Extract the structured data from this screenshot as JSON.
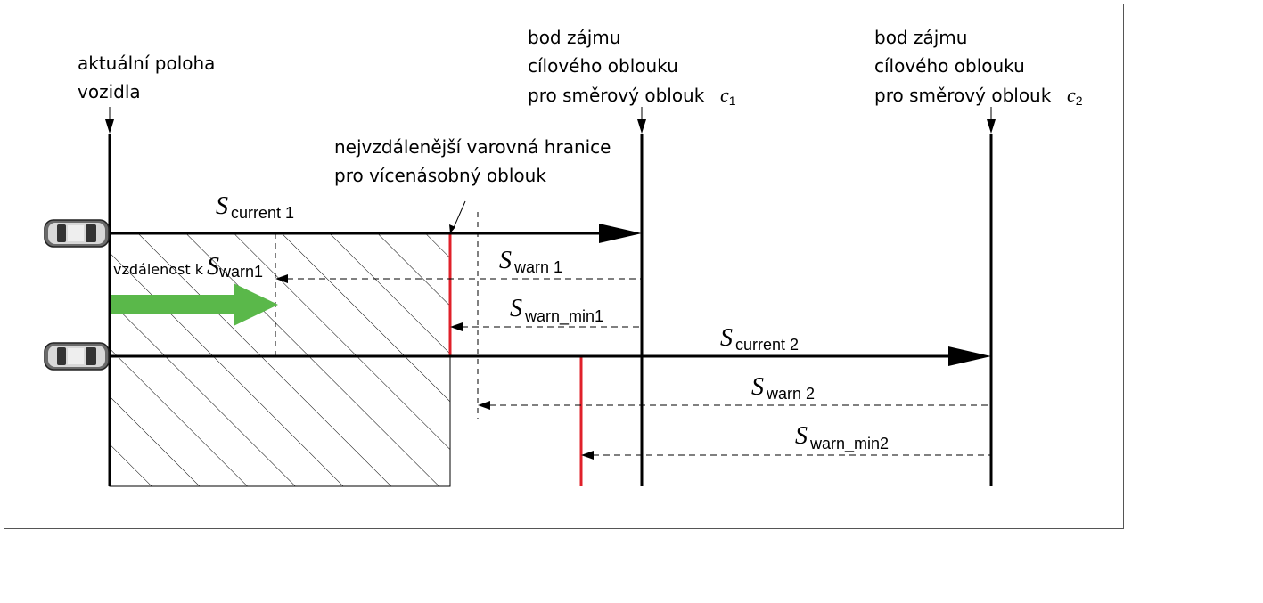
{
  "labels": {
    "current_position": [
      "aktuální poloha",
      "vozidla"
    ],
    "poi_1": [
      "bod zájmu",
      "cílového oblouku",
      "pro směrový oblouk"
    ],
    "poi_2": [
      "bod zájmu",
      "cílového oblouku",
      "pro směrový oblouk"
    ],
    "curve_1": {
      "symbol": "c",
      "sub": "1"
    },
    "curve_2": {
      "symbol": "c",
      "sub": "2"
    },
    "farthest_boundary": [
      "nejvzdálenější varovná hranice",
      "pro vícenásobný oblouk"
    ],
    "distance_to": "vzdálenost k"
  },
  "symbols": {
    "s_current_1": {
      "symbol": "S",
      "sub": "current 1"
    },
    "s_current_2": {
      "symbol": "S",
      "sub": "current 2"
    },
    "s_warn_1": {
      "symbol": "S",
      "sub": "warn 1"
    },
    "s_warn_min1": {
      "symbol": "S",
      "sub": "warn_min1"
    },
    "s_warn_2": {
      "symbol": "S",
      "sub": "warn 2"
    },
    "s_warn_min2": {
      "symbol": "S",
      "sub": "warn_min2"
    },
    "s_warn1_inline": {
      "symbol": "S",
      "sub": "warn1"
    }
  },
  "colors": {
    "warning_boundary": "#e0202a",
    "direction_arrow": "#5ab84a",
    "line": "#000000"
  },
  "icons": {
    "vehicle": "car-top-view-icon"
  }
}
